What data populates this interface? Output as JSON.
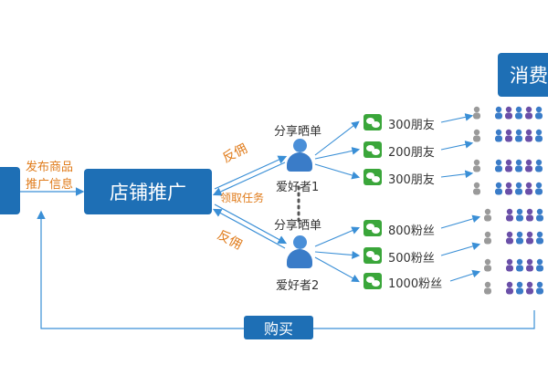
{
  "diagram": {
    "store_promo": "店铺推广",
    "consumer_partial": "消费",
    "publish_info_line1": "发布商品",
    "publish_info_line2": "推广信息",
    "rebate_top": "反佣",
    "claim_task": "领取任务",
    "rebate_bottom": "反佣",
    "share_top": "分享晒单",
    "share_bottom": "分享晒单",
    "fan1": "爱好者1",
    "fan2": "爱好者2",
    "buy": "购买",
    "channels": [
      "300朋友",
      "200朋友",
      "300朋友",
      "800粉丝",
      "500粉丝",
      "1000粉丝"
    ]
  },
  "colors": {
    "box": "#1e6fb5",
    "arrow": "#3a8fd6",
    "orange": "#e07b1a",
    "wechat": "#3aa63a",
    "purple": "#6a4fa8"
  },
  "icons": [
    "person-icon",
    "wechat-icon",
    "crowd-icon"
  ]
}
